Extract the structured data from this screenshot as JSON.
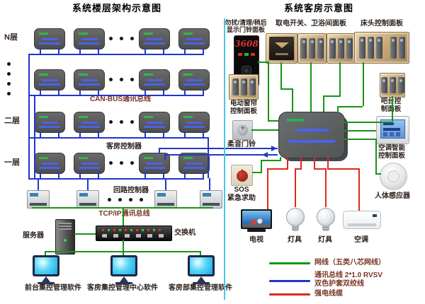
{
  "left": {
    "title": "系统楼层架构示意图",
    "floor_n": "N层",
    "floor_2": "二层",
    "floor_1": "一层",
    "canbus_label": "CAN-BUS通讯总线",
    "room_controller_label": "客房控制器",
    "loop_controller_label": "回路控制器",
    "tcpip_label": "TCP/IP通讯总线",
    "server_label": "服务器",
    "switch_label": "交换机",
    "software_labels": [
      "前台集控管理软件",
      "客房集控管理中心软件",
      "客房部集控管理软件"
    ]
  },
  "right": {
    "title": "系统客房示意图",
    "doorbell_label_line1": "勿扰/清理/稍后",
    "doorbell_label_line2": "显示门铃面板",
    "room_number": "3608",
    "power_bath_label": "取电开关、卫浴间面板",
    "bedside_label": "床头控制面板",
    "curtain_label_line1": "电动窗帘",
    "curtain_label_line2": "控制面板",
    "soft_doorbell_label": "柔音门铃",
    "sos_label_line1": "SOS",
    "sos_label_line2": "紧急求助",
    "bar_label_line1": "吧台控",
    "bar_label_line2": "制面板",
    "ac_panel_label_line1": "空调智能",
    "ac_panel_label_line2": "控制面板",
    "body_sensor_label": "人体感应器",
    "tv_label": "电视",
    "light1_label": "灯具",
    "light2_label": "灯具",
    "ac_label": "空调"
  },
  "legend": {
    "network": "网线（五类八芯网线）",
    "bus_line1": "通讯总线 2*1.0 RVSV",
    "bus_line2": "双色护套双绞线",
    "power": "强电线缆"
  },
  "colors": {
    "network_wire": "#169416",
    "bus_wire": "#2036cc",
    "power_wire": "#e02820",
    "divider": "#45c8e8",
    "room_number_red": "#e23030"
  }
}
